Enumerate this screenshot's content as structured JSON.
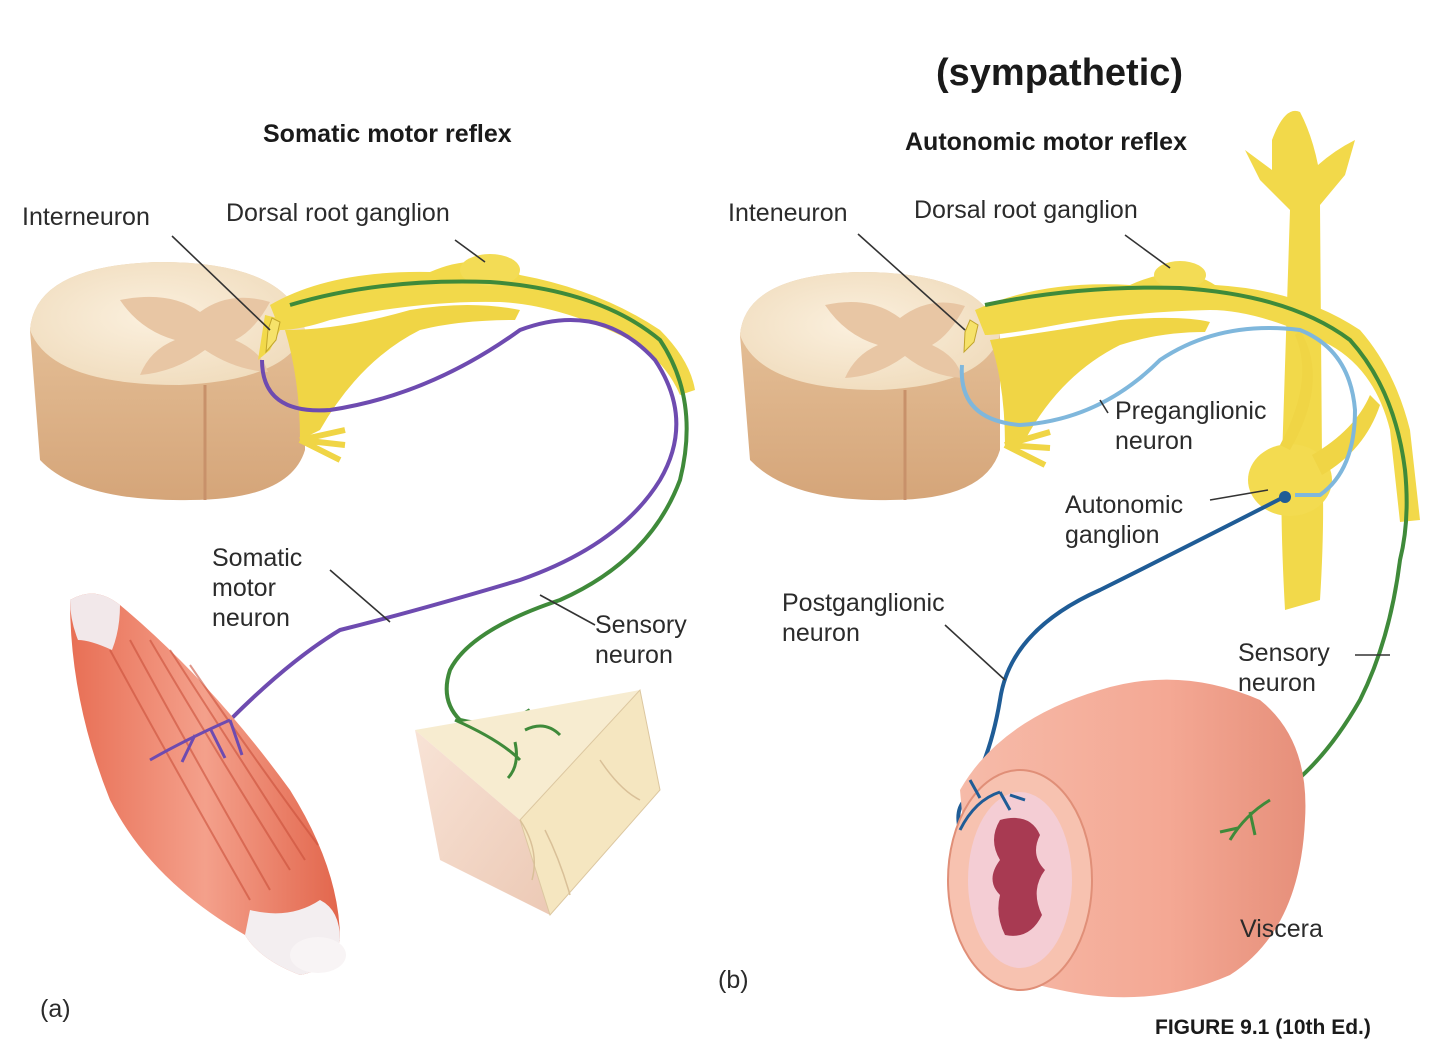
{
  "header": {
    "sympathetic": "(sympathetic)"
  },
  "panel_a": {
    "title": "Somatic motor reflex",
    "panel_letter": "(a)",
    "labels": {
      "interneuron": "Interneuron",
      "dorsal_root_ganglion": "Dorsal root ganglion",
      "somatic_motor_neuron": "Somatic\nmotor\nneuron",
      "sensory_neuron": "Sensory\nneuron"
    }
  },
  "panel_b": {
    "title": "Autonomic motor reflex",
    "panel_letter": "(b)",
    "labels": {
      "interneuron": "Inteneuron",
      "dorsal_root_ganglion": "Dorsal root ganglion",
      "preganglionic_neuron": "Preganglionic\nneuron",
      "autonomic_ganglion": "Autonomic\nganglion",
      "postganglionic_neuron": "Postganglionic\nneuron",
      "sensory_neuron": "Sensory\nneuron",
      "viscera": "Viscera"
    }
  },
  "footer": {
    "figure_caption": "FIGURE 9.1 (10th Ed.)"
  },
  "colors": {
    "spinal_cord": "#f1d9b9",
    "gray_matter": "#e9c9a6",
    "nerve_yellow": "#f2d94a",
    "sensory_green": "#3f8a3a",
    "motor_purple": "#6e4bb0",
    "preganglionic_light_blue": "#7fb7dc",
    "postganglionic_blue": "#1f5c96",
    "muscle": "#e9826a",
    "viscera": "#f0a58f"
  }
}
